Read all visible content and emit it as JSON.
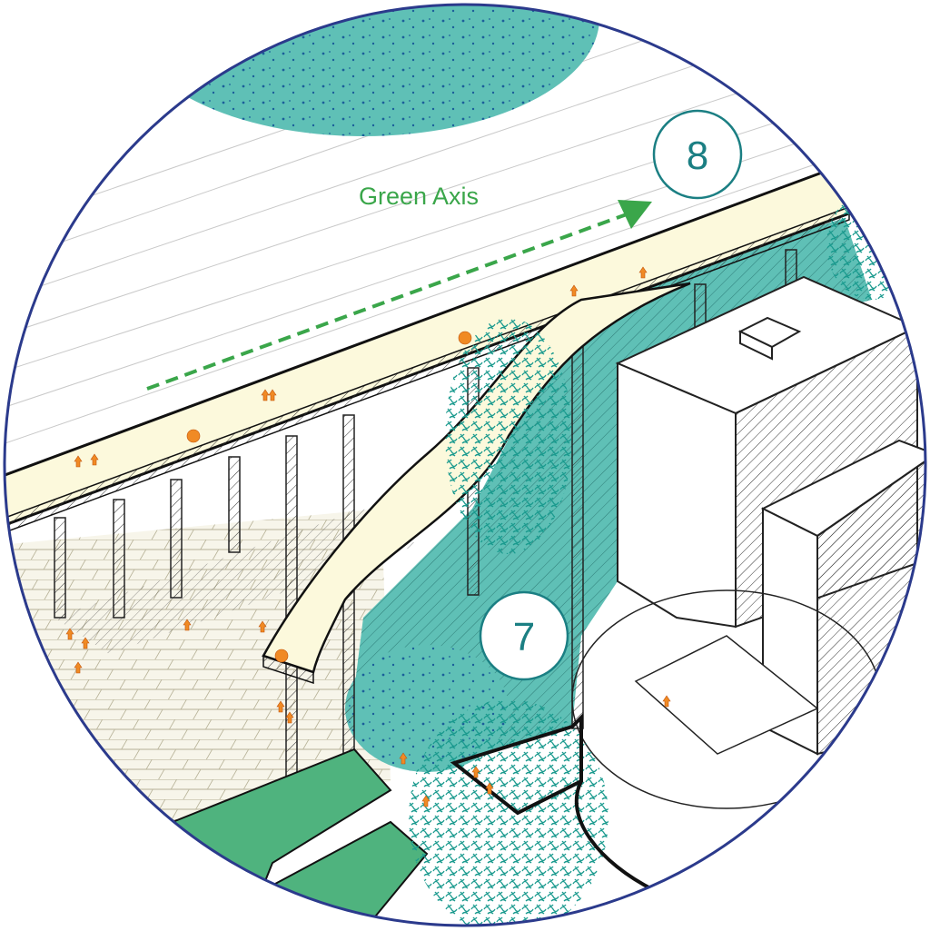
{
  "diagram": {
    "axis_label": "Green Axis",
    "markers": [
      {
        "label": "8"
      },
      {
        "label": "7"
      }
    ],
    "colors": {
      "frame": "#2b3a8c",
      "teal": "#5fc0b6",
      "teal_dark": "#1b7f83",
      "axis_green": "#3aa64a",
      "deck": "#fcf9dc",
      "arrow_orange": "#f08a24",
      "ramp_green": "#4fb37e"
    }
  }
}
